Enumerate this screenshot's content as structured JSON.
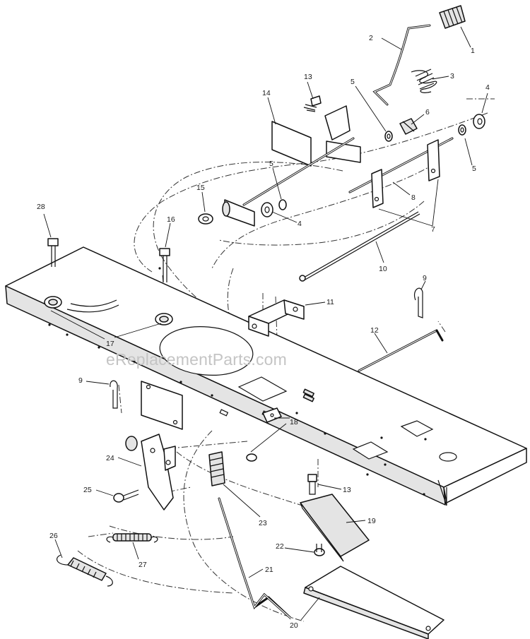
{
  "watermark": "eReplacementParts.com",
  "callouts": [
    "1",
    "2",
    "3",
    "4",
    "5",
    "6",
    "5",
    "4",
    "5",
    "13",
    "14",
    "15",
    "5",
    "4",
    "8",
    "7",
    "10",
    "28",
    "16",
    "9",
    "11",
    "12",
    "17",
    "9",
    "18",
    "24",
    "25",
    "26",
    "27",
    "23",
    "21",
    "20",
    "22",
    "13",
    "19"
  ]
}
